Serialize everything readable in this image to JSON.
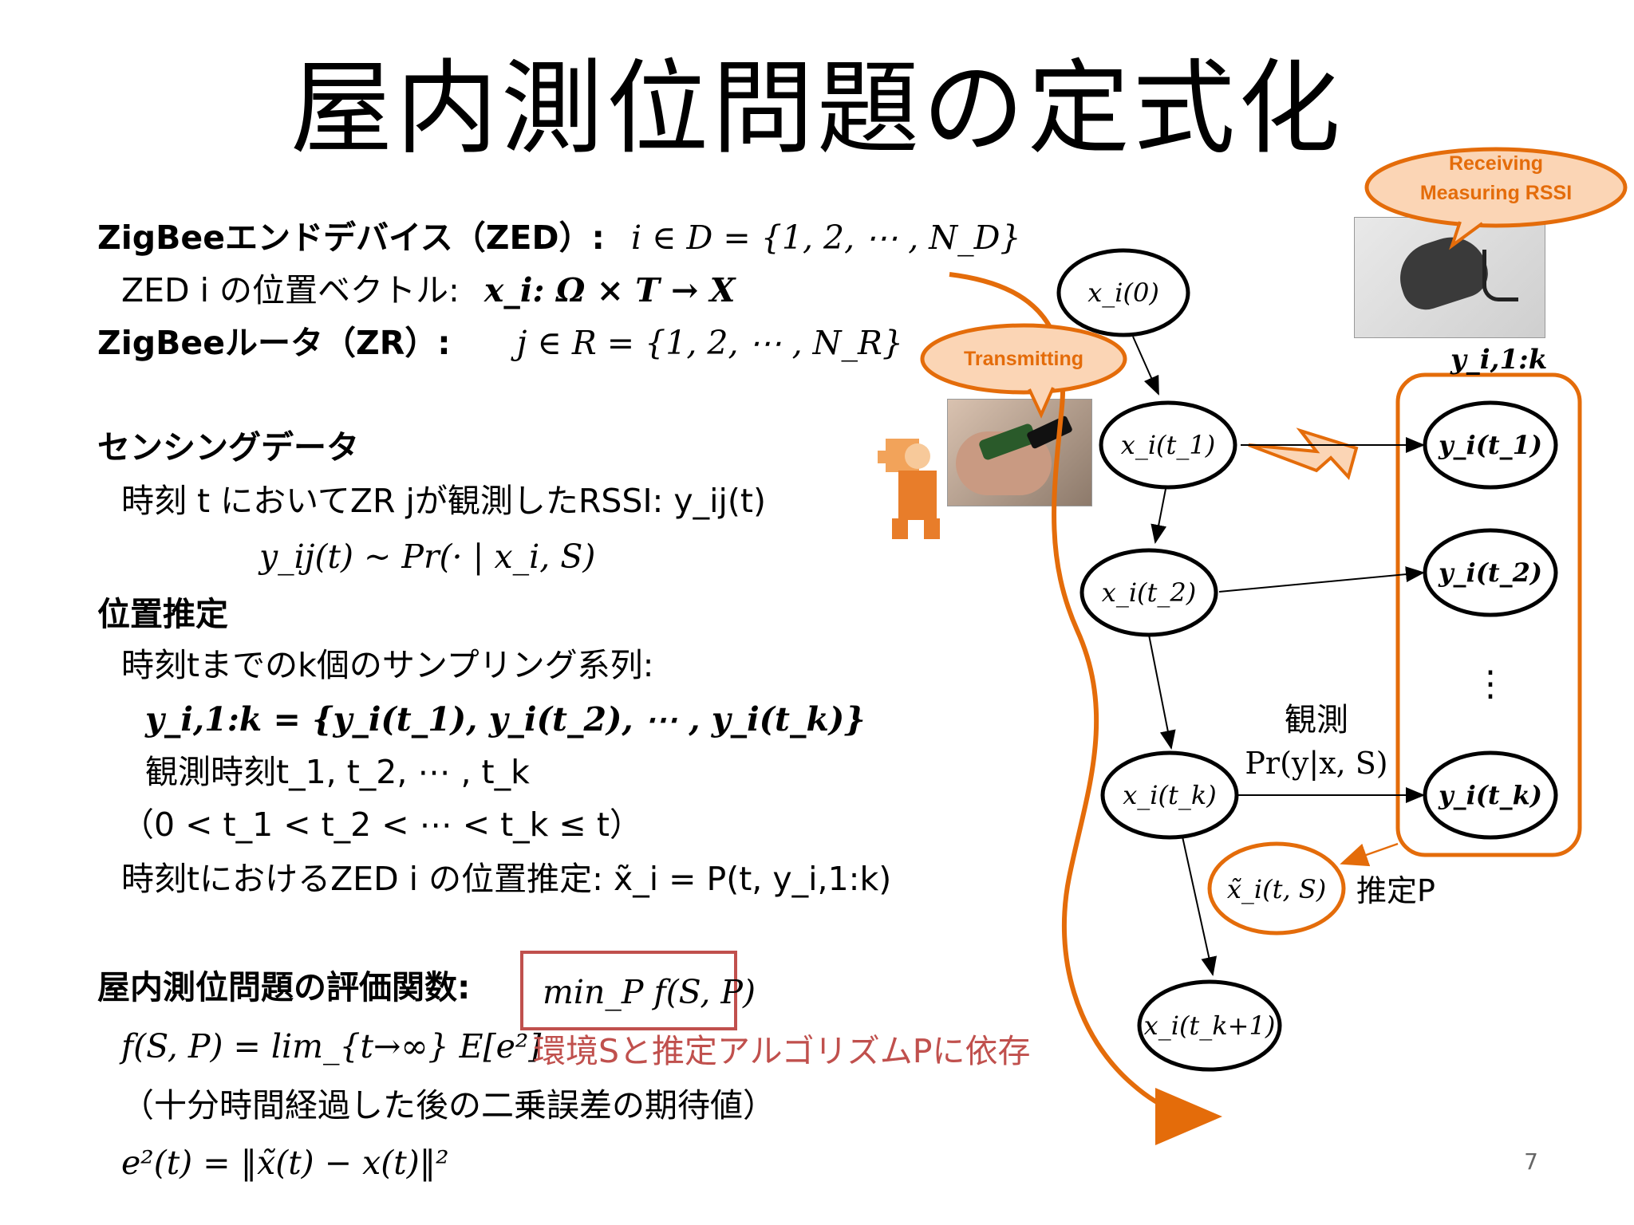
{
  "title": "屋内測位問題の定式化",
  "page_number": "7",
  "zed": {
    "label": "ZigBeeエンドデバイス（ZED）:",
    "formula": "i ∈ D = {1, 2, ⋯ , N_D}"
  },
  "zed_pos": {
    "label": "ZED i の位置ベクトル:",
    "formula": "x_i: Ω × T → X"
  },
  "zr": {
    "label": "ZigBeeルータ（ZR）:",
    "formula": "j ∈ R = {1, 2, ⋯ , N_R}"
  },
  "sensing": {
    "heading": "センシングデータ",
    "line1": "時刻 t においてZR jが観測したRSSI:  y_ij(t)",
    "line2": "y_ij(t) ~ Pr(· | x_i, S)"
  },
  "estimation": {
    "heading": "位置推定",
    "line1": "時刻tまでのk個のサンプリング系列:",
    "line2": "y_i,1:k = {y_i(t_1), y_i(t_2), ⋯ , y_i(t_k)}",
    "line3": "観測時刻t_1, t_2, ⋯ , t_k",
    "line4": "（0 < t_1 < t_2 < ⋯ < t_k ≤ t）",
    "line5": "時刻tにおけるZED i の位置推定:  x̃_i = P(t, y_i,1:k)"
  },
  "evaluation": {
    "heading": "屋内測位問題の評価関数:",
    "boxed": "min_P f(S, P)",
    "line1": "f(S, P) = lim_{t→∞} E[e²]",
    "note": "環境Sと推定アルゴリズムPに依存",
    "line2": "（十分時間経過した後の二乗誤差の期待値）",
    "line3": "e²(t) = ‖x̃(t) − x(t)‖²"
  },
  "diagram": {
    "callout_receiving_1": "Receiving",
    "callout_receiving_2": "Measuring RSSI",
    "callout_transmitting": "Transmitting",
    "node_x0": "x_i(0)",
    "node_x1": "x_i(t_1)",
    "node_x2": "x_i(t_2)",
    "node_xk": "x_i(t_k)",
    "node_xk1": "x_i(t_k+1)",
    "node_y1": "y_i(t_1)",
    "node_y2": "y_i(t_2)",
    "node_yk": "y_i(t_k)",
    "y_label": "y_i,1:k",
    "ellipsis": "⋮",
    "obs_label": "観測",
    "obs_formula": "Pr(y|x, S)",
    "est_node": "x̃_i(t, S)",
    "est_label": "推定P",
    "colors": {
      "accent": "#e46c0a",
      "red": "#c0504d",
      "callout_fill": "#fbd5b5"
    }
  }
}
